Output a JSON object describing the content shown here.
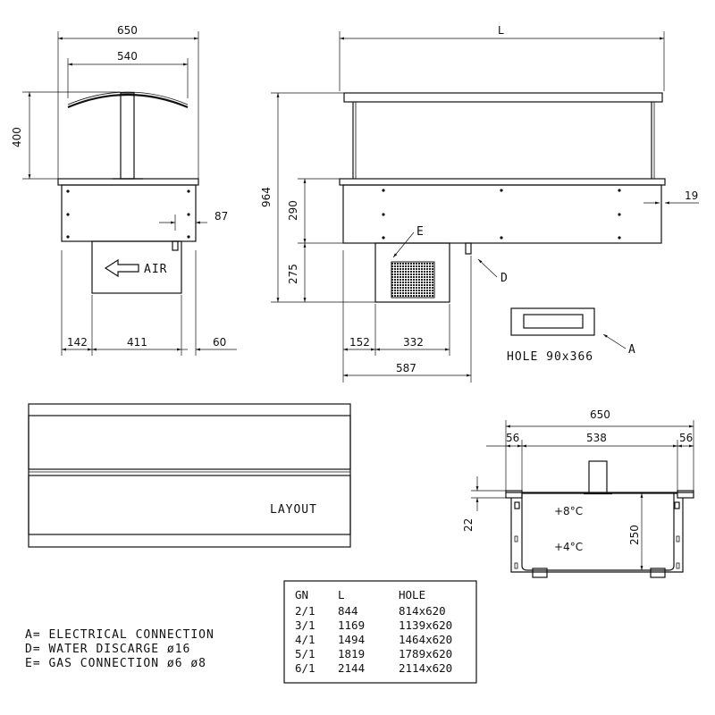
{
  "dimensions": {
    "front_width": "650",
    "front_canopy": "540",
    "front_canopy_height": "400",
    "front_side": "87",
    "front_bottom_left": "142",
    "front_bottom_mid": "411",
    "front_bottom_right": "60",
    "side_length": "L",
    "side_total_height": "964",
    "side_tub_height": "290",
    "side_unit_height": "275",
    "side_right_offset": "19",
    "side_bottom_left": "152",
    "side_bottom_unit": "332",
    "side_bottom_total": "587",
    "section_width": "650",
    "section_left": "56",
    "section_mid": "538",
    "section_right": "56",
    "section_rim": "22",
    "section_depth": "250"
  },
  "labels": {
    "air": "AIR",
    "marker_e": "E",
    "marker_d": "D",
    "marker_a": "A",
    "hole": "HOLE 90x366",
    "layout": "LAYOUT",
    "temp_high": "+8°C",
    "temp_low": "+4°C"
  },
  "legend": [
    "A= ELECTRICAL CONNECTION",
    "D= WATER DISCARGE ø16",
    "E= GAS CONNECTION ø6 ø8"
  ],
  "table": {
    "headers": [
      "GN",
      "L",
      "HOLE"
    ],
    "rows": [
      [
        "2/1",
        "844",
        "814x620"
      ],
      [
        "3/1",
        "1169",
        "1139x620"
      ],
      [
        "4/1",
        "1494",
        "1464x620"
      ],
      [
        "5/1",
        "1819",
        "1789x620"
      ],
      [
        "6/1",
        "2144",
        "2114x620"
      ]
    ]
  },
  "icons": {
    "air_arrow": "arrow-left-icon"
  }
}
